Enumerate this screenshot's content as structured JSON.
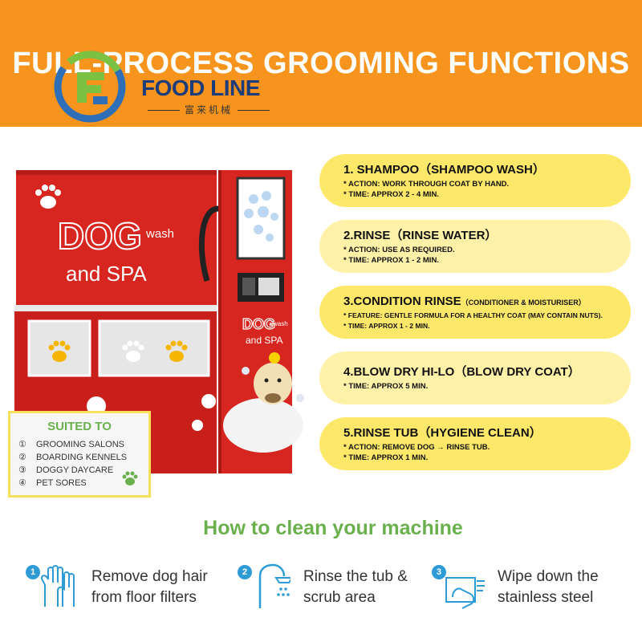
{
  "header": {
    "title": "FULL-PROCESS GROOMING FUNCTIONS",
    "logo_text": "FOOD LINE",
    "logo_sub": "富来机械"
  },
  "machine": {
    "brand_top": "DOG",
    "brand_wash": "wash",
    "brand_spa": "and SPA",
    "brand_small_top": "DOG",
    "brand_small_wash": "wash",
    "brand_small_spa": "and SPA"
  },
  "suited": {
    "title": "SUITED TO",
    "items": [
      {
        "num": "①",
        "label": "GROOMING SALONS"
      },
      {
        "num": "②",
        "label": "BOARDING KENNELS"
      },
      {
        "num": "③",
        "label": "DOGGY DAYCARE"
      },
      {
        "num": "④",
        "label": "PET SORES"
      }
    ]
  },
  "functions": [
    {
      "title": "1. SHAMPOO（SHAMPOO WASH）",
      "sub": "",
      "lines": [
        "* ACTION: WORK THROUGH COAT BY HAND.",
        "* TIME: APPROX 2 - 4 MIN."
      ]
    },
    {
      "title": "2.RINSE（RINSE WATER）",
      "sub": "",
      "lines": [
        "* ACTION: USE AS REQUIRED.",
        "* TIME: APPROX 1 - 2 MIN."
      ]
    },
    {
      "title": "3.CONDITION RINSE",
      "sub": "（CONDITIONER & MOISTURISER）",
      "lines": [
        "* FEATURE: GENTLE FORMULA FOR A HEALTHY COAT (MAY CONTAIN NUTS).",
        "* TIME: APPROX 1 - 2 MIN."
      ]
    },
    {
      "title": "4.BLOW DRY HI-LO（BLOW DRY COAT）",
      "sub": "",
      "lines": [
        "* TIME: APPROX 5 MIN."
      ]
    },
    {
      "title": "5.RINSE TUB（HYGIENE CLEAN）",
      "sub": "",
      "lines": [
        "* ACTION: REMOVE DOG → RINSE TUB.",
        "* TIME: APPROX 1 MIN."
      ]
    }
  ],
  "clean": {
    "title": "How to clean your machine",
    "steps": [
      {
        "num": "1",
        "line1": "Remove dog hair",
        "line2": "from floor filters"
      },
      {
        "num": "2",
        "line1": "Rinse the tub &",
        "line2": "scrub area"
      },
      {
        "num": "3",
        "line1": "Wipe down the",
        "line2": "stainless steel"
      }
    ]
  },
  "colors": {
    "header": "#f7941d",
    "card": "#fde86a",
    "card_light": "#fff2a8",
    "machine_red": "#d7251f",
    "green": "#6ab04c",
    "step_blue": "#2e9bd6"
  }
}
